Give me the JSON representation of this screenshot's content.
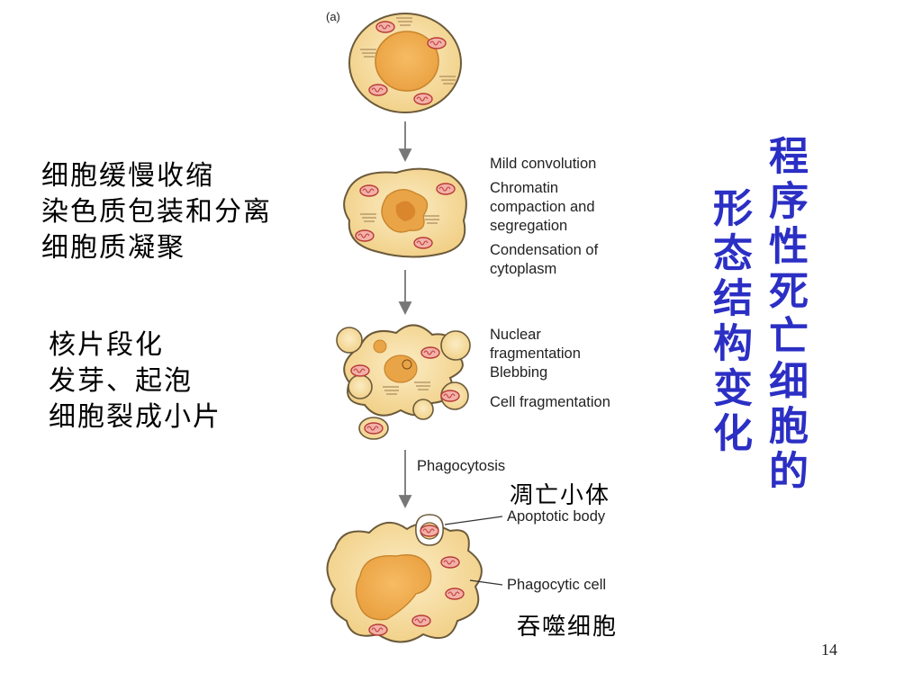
{
  "panel_label": "(a)",
  "left_notes": {
    "group1": [
      "细胞缓慢收缩",
      "染色质包装和分离",
      "细胞质凝聚"
    ],
    "group2": [
      "核片段化",
      "发芽、起泡",
      "细胞裂成小片"
    ]
  },
  "stage_labels": {
    "stage2": [
      "Mild convolution",
      "Chromatin",
      "compaction and",
      "segregation",
      "Condensation of",
      "cytoplasm"
    ],
    "stage3": [
      "Nuclear",
      "fragmentation",
      "Blebbing",
      "",
      "Cell fragmentation"
    ],
    "arrow3": "Phagocytosis",
    "apoptotic_body": "Apoptotic body",
    "phagocytic_cell": "Phagocytic cell"
  },
  "cn_callouts": {
    "apoptotic_body": "凋亡小体",
    "phagocytic_cell": "吞噬细胞"
  },
  "vertical_title": {
    "col1": "程序性死亡细胞的",
    "col2": "形态结构变化"
  },
  "page_number": "14",
  "colors": {
    "title": "#2b2fc4",
    "cytoplasm": "#f7e2a6",
    "nucleus": "#f0a64a",
    "mitochondria": "#d9534f"
  }
}
